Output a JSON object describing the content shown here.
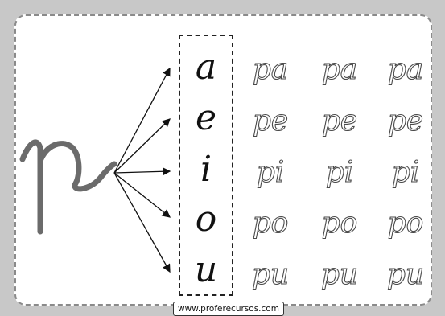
{
  "main_letter": "p",
  "vowels": [
    "a",
    "e",
    "i",
    "o",
    "u"
  ],
  "syllable_rows": [
    [
      "pa",
      "pa",
      "pa"
    ],
    [
      "pe",
      "pe",
      "pe"
    ],
    [
      "pi",
      "pi",
      "pi"
    ],
    [
      "po",
      "po",
      "po"
    ],
    [
      "pu",
      "pu",
      "pu"
    ]
  ],
  "footer": {
    "website": "www.proferecursos.com"
  },
  "colors": {
    "letter_gray": "#6b6b6b",
    "frame": "#8a8a8a",
    "background": "#c8c8c8"
  }
}
